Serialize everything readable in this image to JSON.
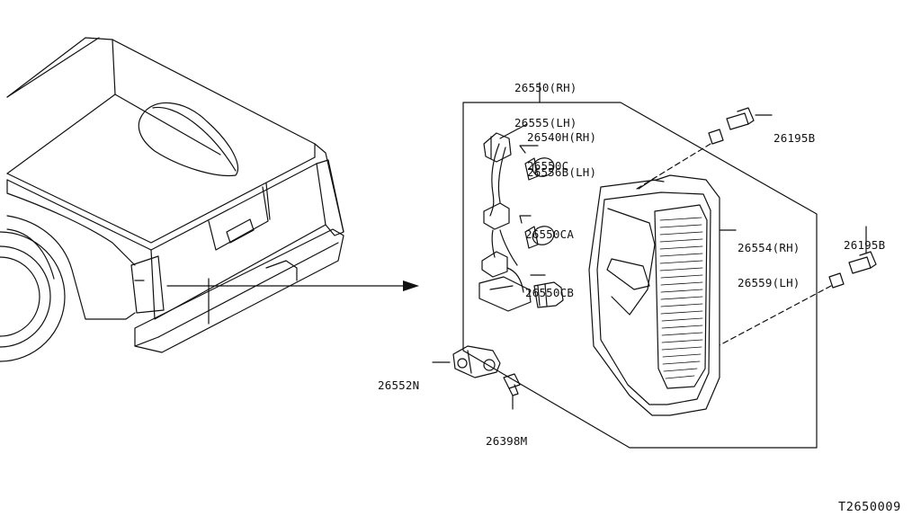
{
  "diagram": {
    "id_code": "T2650009",
    "colors": {
      "line": "#111111",
      "background": "#ffffff"
    },
    "callouts": {
      "lamp_assembly": [
        "26550(RH)",
        "26555(LH)"
      ],
      "socket_harness": [
        "26540H(RH)",
        "26556B(LH)"
      ],
      "bulb_stop_tail": "26550C",
      "bulb_turn": "26550CA",
      "bulb_backup": "26550CB",
      "lens_housing": [
        "26554(RH)",
        "26559(LH)"
      ],
      "bolt_upper": "26195B",
      "bolt_lower": "26195B",
      "bracket": "26552N",
      "screw": "26398M"
    }
  }
}
